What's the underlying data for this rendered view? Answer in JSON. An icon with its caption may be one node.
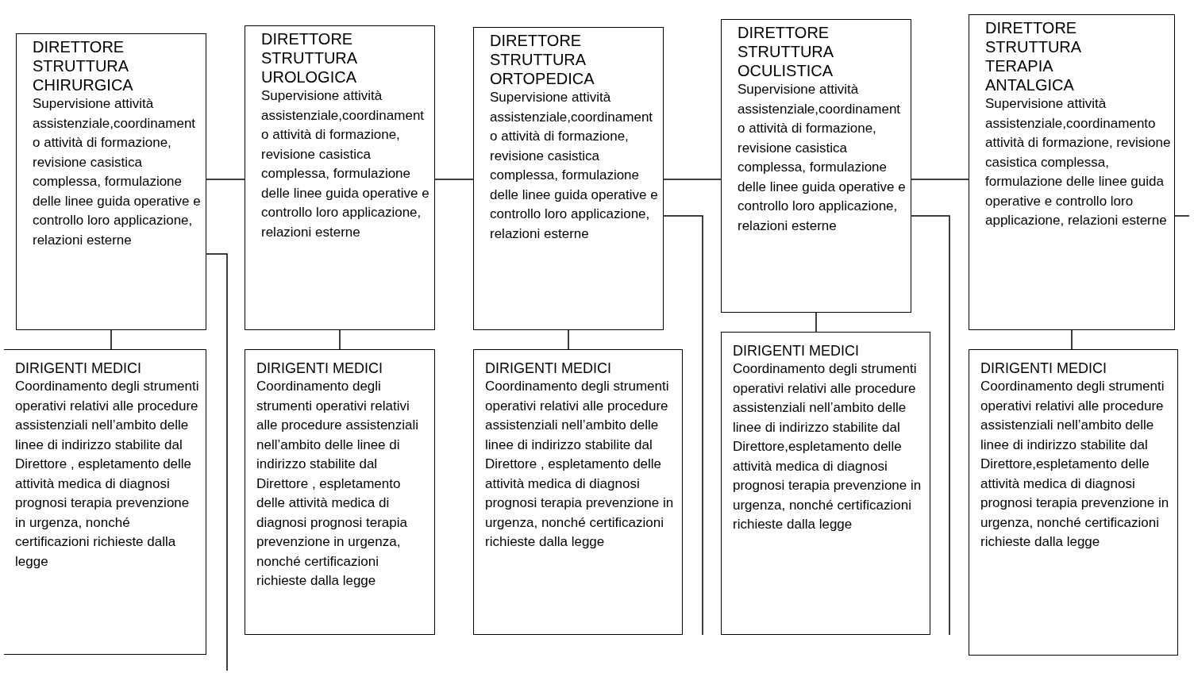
{
  "diagram": {
    "nodes": [
      {
        "text": [
          "DIRETTORE STRUTTURA CHIRURGICA",
          "Supervisione attività assistenziale,coordinamento attività di formazione, revisione casistica complessa, formulazione delle linee guida operative e controllo loro applicazione, relazioni esterne"
        ]
      },
      {
        "text": [
          "DIRIGENTI MEDICI",
          "Coordinamento degli strumenti operativi relativi alle procedure assistenziali nell’ambito delle linee di indirizzo stabilite dal Direttore , espletamento delle attività medica di diagnosi prognosi terapia prevenzione in urgenza, nonché certificazioni richieste dalla legge"
        ]
      },
      {
        "text": [
          "DIRETTORE STRUTTURA UROLOGICA",
          "Supervisione attività assistenziale,coordinamento attività di formazione, revisione casistica complessa, formulazione delle linee guida operative e controllo loro applicazione, relazioni esterne"
        ]
      },
      {
        "text": [
          "DIRIGENTI MEDICI",
          "Coordinamento degli strumenti operativi relativi alle procedure assistenziali nell’ambito delle linee di indirizzo stabilite dal Direttore , espletamento delle attività medica di diagnosi prognosi terapia prevenzione in urgenza, nonché certificazioni richieste dalla legge"
        ]
      },
      {
        "text": [
          "DIRETTORE STRUTTURA ORTOPEDICA",
          "Supervisione attività assistenziale,coordinamento attività di formazione, revisione casistica complessa, formulazione delle linee guida operative e controllo loro applicazione, relazioni esterne"
        ]
      },
      {
        "text": [
          "DIRIGENTI MEDICI",
          "Coordinamento degli strumenti operativi relativi alle procedure assistenziali nell’ambito delle linee di indirizzo stabilite dal Direttore , espletamento delle attività medica di diagnosi prognosi terapia prevenzione in urgenza, nonché certificazioni richieste dalla legge"
        ]
      },
      {
        "text": [
          "DIRETTORE STRUTTURA OCULISTICA",
          "Supervisione attività assistenziale,coordinamento attività di formazione, revisione casistica complessa, formulazione delle linee guida operative e controllo loro applicazione, relazioni esterne"
        ]
      },
      {
        "text": [
          "DIRIGENTI MEDICI",
          "Coordinamento degli strumenti operativi relativi alle procedure assistenziali nell’ambito delle linee di indirizzo stabilite dal Direttore,espletamento delle attività medica di diagnosi prognosi terapia prevenzione in urgenza, nonché certificazioni richieste dalla legge"
        ]
      },
      {
        "text": [
          "DIRETTORE STRUTTURA TERAPIA ANTALGICA",
          "Supervisione attività assistenziale,coordinamento attività di formazione, revisione casistica complessa, formulazione delle linee guida operative e controllo loro applicazione, relazioni esterne"
        ]
      },
      {
        "text": [
          "DIRIGENTI MEDICI",
          "Coordinamento degli strumenti operativi relativi alle procedure assistenziali nell’ambito delle linee di indirizzo stabilite dal Direttore,espletamento delle attività medica di diagnosi prognosi terapia prevenzione in urgenza, nonché certificazioni richieste dalla legge"
        ]
      }
    ],
    "edges": [
      {
        "from": 0,
        "to": 2,
        "arrow": "none"
      },
      {
        "from": 2,
        "to": 4,
        "arrow": "none"
      },
      {
        "from": 4,
        "to": 6,
        "arrow": "none"
      },
      {
        "from": 6,
        "to": 8,
        "arrow": "none"
      },
      {
        "from": 0,
        "to": 1,
        "arrow": "none"
      },
      {
        "from": 2,
        "to": 3,
        "arrow": "none"
      },
      {
        "from": 4,
        "to": 5,
        "arrow": "none"
      },
      {
        "from": 6,
        "to": 7,
        "arrow": "none"
      },
      {
        "from": 8,
        "to": 9,
        "arrow": "none"
      },
      {
        "from": 0,
        "to": null,
        "arrow": "none"
      },
      {
        "from": 4,
        "to": null,
        "arrow": "none"
      },
      {
        "from": 6,
        "to": null,
        "arrow": "none"
      },
      {
        "from": 8,
        "to": null,
        "arrow": "none"
      }
    ]
  }
}
